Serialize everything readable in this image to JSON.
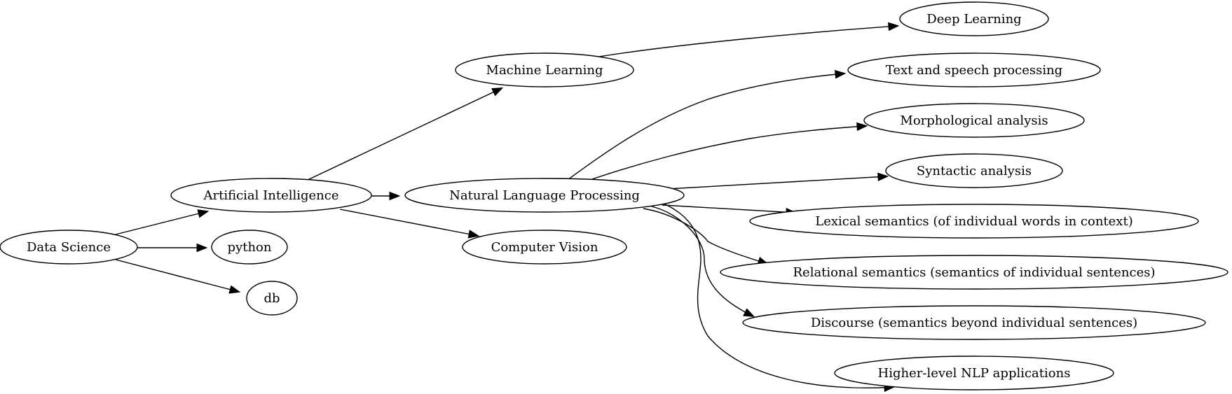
{
  "diagram": {
    "nodes": [
      {
        "id": "ds",
        "label": "Data Science"
      },
      {
        "id": "ai",
        "label": "Artificial Intelligence"
      },
      {
        "id": "py",
        "label": "python"
      },
      {
        "id": "db",
        "label": "db"
      },
      {
        "id": "ml",
        "label": "Machine Learning"
      },
      {
        "id": "nlp",
        "label": "Natural Language Processing"
      },
      {
        "id": "cv",
        "label": "Computer Vision"
      },
      {
        "id": "dl",
        "label": "Deep Learning"
      },
      {
        "id": "tsp",
        "label": "Text and speech processing"
      },
      {
        "id": "morph",
        "label": "Morphological analysis"
      },
      {
        "id": "syn",
        "label": "Syntactic analysis"
      },
      {
        "id": "lex",
        "label": "Lexical semantics (of individual words in context)"
      },
      {
        "id": "rel",
        "label": "Relational semantics (semantics of individual sentences)"
      },
      {
        "id": "disc",
        "label": "Discourse (semantics beyond individual sentences)"
      },
      {
        "id": "hnlp",
        "label": "Higher-level NLP applications"
      }
    ],
    "edges": [
      {
        "from": "ds",
        "to": "ai"
      },
      {
        "from": "ds",
        "to": "py"
      },
      {
        "from": "ds",
        "to": "db"
      },
      {
        "from": "ai",
        "to": "ml"
      },
      {
        "from": "ai",
        "to": "nlp"
      },
      {
        "from": "ai",
        "to": "cv"
      },
      {
        "from": "ml",
        "to": "dl"
      },
      {
        "from": "nlp",
        "to": "tsp"
      },
      {
        "from": "nlp",
        "to": "morph"
      },
      {
        "from": "nlp",
        "to": "syn"
      },
      {
        "from": "nlp",
        "to": "lex"
      },
      {
        "from": "nlp",
        "to": "rel"
      },
      {
        "from": "nlp",
        "to": "disc"
      },
      {
        "from": "nlp",
        "to": "hnlp"
      }
    ]
  }
}
